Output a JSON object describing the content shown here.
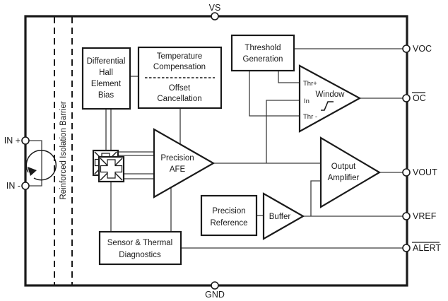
{
  "pins": {
    "vs": "VS",
    "gnd": "GND",
    "in_plus": "IN +",
    "in_minus": "IN -",
    "voc": "VOC",
    "oc": "OC",
    "vout": "VOUT",
    "vref": "VREF",
    "alert": "ALERT"
  },
  "isolation": {
    "label": "Reinforced Isolation Barrier"
  },
  "blocks": {
    "hall_bias": {
      "line1": "Differential",
      "line2": "Hall",
      "line3": "Element",
      "line4": "Bias"
    },
    "temp_comp": {
      "line1": "Temperature",
      "line2": "Compensation",
      "line3": "Offset",
      "line4": "Cancellation"
    },
    "threshold_gen": {
      "line1": "Threshold",
      "line2": "Generation"
    },
    "window_comparator": {
      "label": "Window",
      "input_thr_plus": "Thr+",
      "input_in": "In",
      "input_thr_minus": "Thr -"
    },
    "precision_afe": {
      "line1": "Precision",
      "line2": "AFE"
    },
    "output_amplifier": {
      "line1": "Output",
      "line2": "Amplifier"
    },
    "precision_reference": {
      "line1": "Precision",
      "line2": "Reference"
    },
    "buffer": {
      "label": "Buffer"
    },
    "sensor_diagnostics": {
      "line1": "Sensor & Thermal",
      "line2": "Diagnostics"
    }
  },
  "colors": {
    "stroke": "#1a1a1a",
    "wire": "#3c3c3c",
    "background": "#ffffff"
  }
}
